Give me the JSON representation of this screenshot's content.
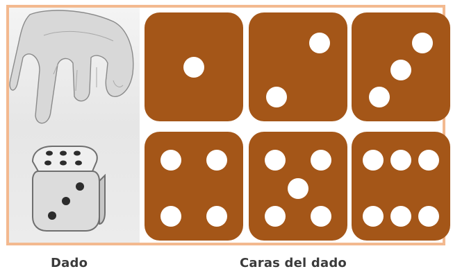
{
  "colors": {
    "face": "#a45618",
    "pip": "#ffffff",
    "frame_border": "#f3b98f",
    "caption": "#3a3a3a"
  },
  "illustrations": {
    "hand": "hand-throwing-icon",
    "die": "die-3d-icon"
  },
  "faces": [
    {
      "value": 1
    },
    {
      "value": 2
    },
    {
      "value": 3
    },
    {
      "value": 4
    },
    {
      "value": 5
    },
    {
      "value": 6
    }
  ],
  "captions": {
    "left": "Dado",
    "right": "Caras del dado"
  }
}
